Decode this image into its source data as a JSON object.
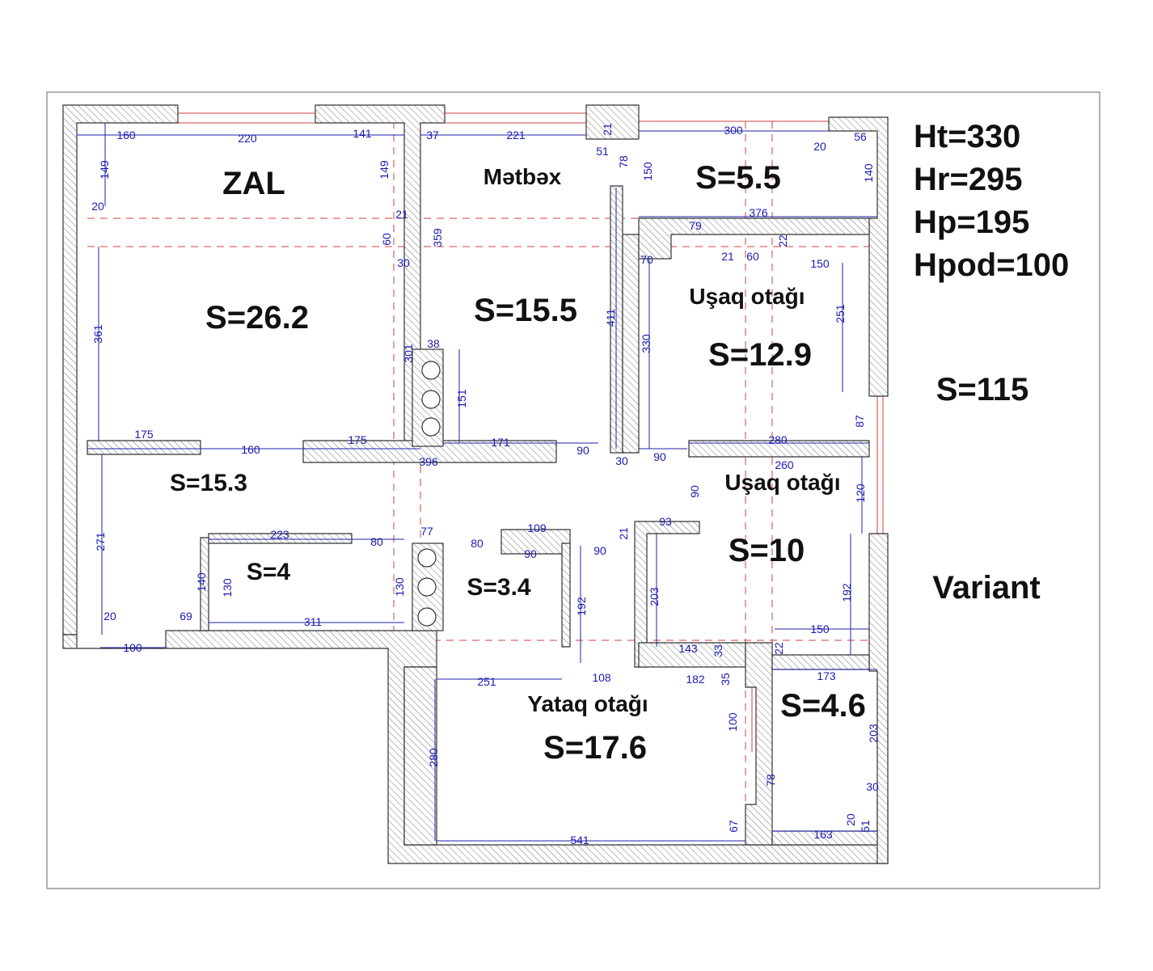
{
  "rooms": {
    "zal": {
      "name": "ZAL",
      "area": "S=26.2"
    },
    "metbex": {
      "name": "Mətbəx",
      "area": "S=15.5"
    },
    "balcony": {
      "area": "S=5.5"
    },
    "usaq1": {
      "name": "Uşaq otağı",
      "area": "S=12.9"
    },
    "usaq2": {
      "name": "Uşaq otağı",
      "area": "S=10"
    },
    "hall": {
      "area": "S=15.3"
    },
    "bath": {
      "area": "S=4"
    },
    "wc": {
      "area": "S=3.4"
    },
    "yataq": {
      "name": "Yataq otağı",
      "area": "S=17.6"
    },
    "balcony2": {
      "area": "S=4.6"
    }
  },
  "specs": {
    "ht": "Ht=330",
    "hr": "Hr=295",
    "hp": "Hp=195",
    "hpod": "Hpod=100",
    "total": "S=115",
    "variant": "Variant"
  },
  "dimensions": [
    "160",
    "220",
    "141",
    "37",
    "221",
    "21",
    "51",
    "78",
    "300",
    "20",
    "56",
    "149",
    "20",
    "149",
    "21",
    "150",
    "140",
    "376",
    "79",
    "60",
    "359",
    "22",
    "30",
    "21",
    "60",
    "70",
    "150",
    "361",
    "411",
    "251",
    "330",
    "38",
    "301",
    "151",
    "87",
    "175",
    "160",
    "175",
    "171",
    "90",
    "396",
    "30",
    "90",
    "280",
    "260",
    "90",
    "120",
    "271",
    "223",
    "80",
    "77",
    "80",
    "109",
    "93",
    "90",
    "90",
    "21",
    "140",
    "130",
    "130",
    "192",
    "203",
    "192",
    "20",
    "69",
    "311",
    "100",
    "150",
    "143",
    "33",
    "22",
    "108",
    "251",
    "182",
    "35",
    "173",
    "100",
    "280",
    "203",
    "30",
    "78",
    "20",
    "51",
    "67",
    "541",
    "163"
  ]
}
